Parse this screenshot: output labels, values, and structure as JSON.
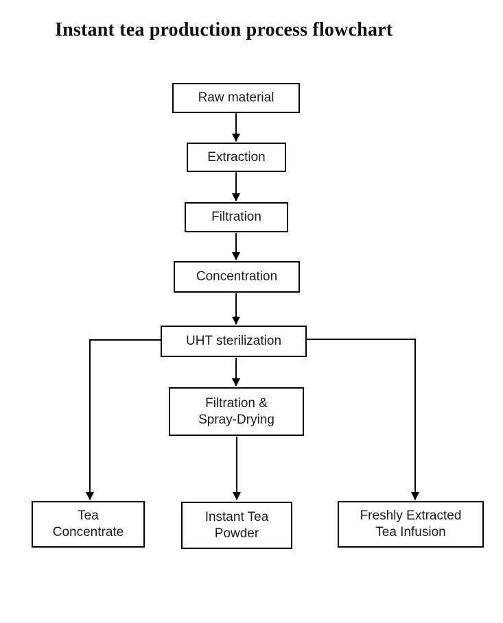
{
  "title": "Instant tea production process flowchart",
  "flowchart": {
    "nodes": [
      {
        "id": "raw-material",
        "label": "Raw material"
      },
      {
        "id": "extraction",
        "label": "Extraction"
      },
      {
        "id": "filtration",
        "label": "Filtration"
      },
      {
        "id": "concentration",
        "label": "Concentration"
      },
      {
        "id": "uht-sterilization",
        "label": "UHT sterilization"
      },
      {
        "id": "filtration-spray-drying",
        "label": "Filtration &\nSpray-Drying"
      },
      {
        "id": "tea-concentrate",
        "label": "Tea\nConcentrate"
      },
      {
        "id": "instant-tea-powder",
        "label": "Instant Tea\nPowder"
      },
      {
        "id": "freshly-extracted-tea-infusion",
        "label": "Freshly Extracted\nTea Infusion"
      }
    ],
    "edges": [
      {
        "from": "raw-material",
        "to": "extraction"
      },
      {
        "from": "extraction",
        "to": "filtration"
      },
      {
        "from": "filtration",
        "to": "concentration"
      },
      {
        "from": "concentration",
        "to": "uht-sterilization"
      },
      {
        "from": "uht-sterilization",
        "to": "filtration-spray-drying"
      },
      {
        "from": "uht-sterilization",
        "to": "tea-concentrate"
      },
      {
        "from": "uht-sterilization",
        "to": "freshly-extracted-tea-infusion"
      },
      {
        "from": "filtration-spray-drying",
        "to": "instant-tea-powder"
      }
    ],
    "colors": {
      "box_border": "#000000",
      "box_fill": "#fefefe",
      "text": "#1c1c1c",
      "line": "#000000",
      "background": "#ffffff"
    }
  }
}
